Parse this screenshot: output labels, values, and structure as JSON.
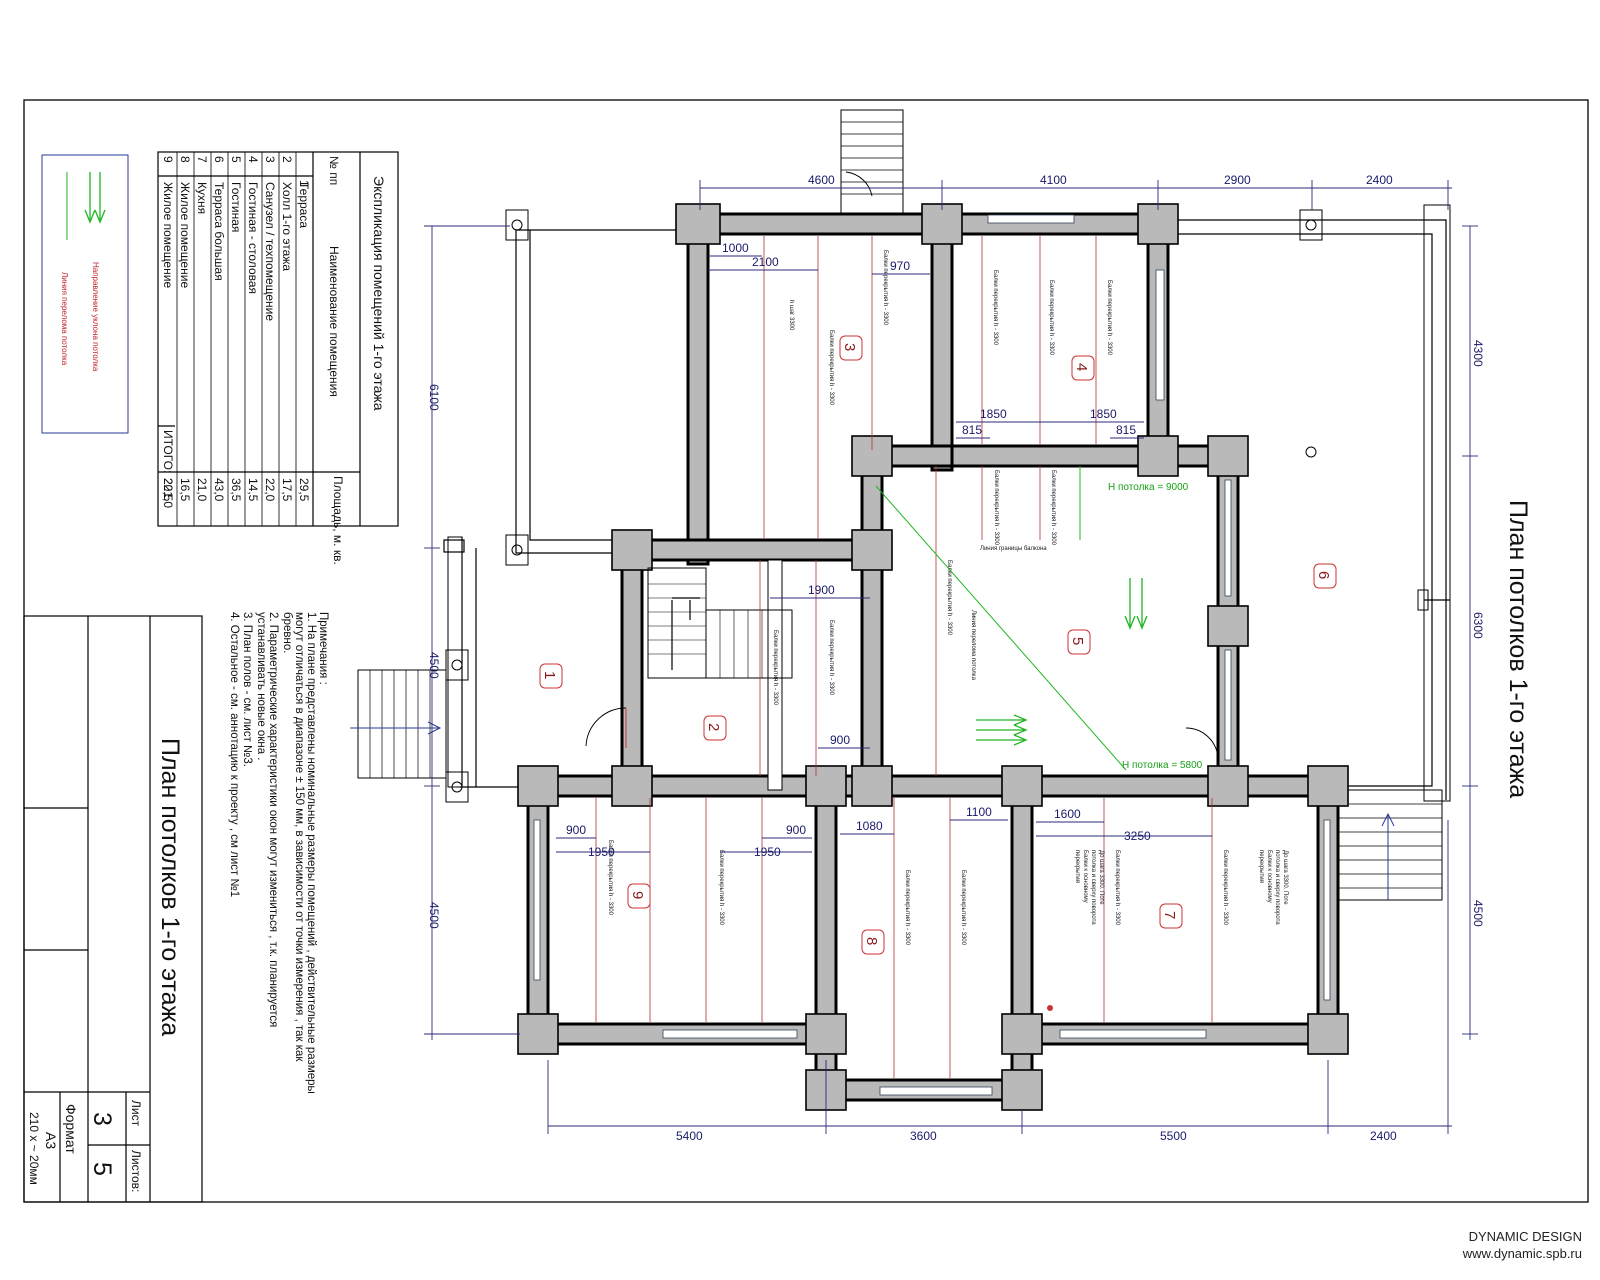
{
  "plan_title": "План потолков 1-го этажа",
  "stamp_title": "План потолков 1-го этажа",
  "explication": {
    "title": "Экспликация помещений 1-го этажа",
    "col_no": "№ пп",
    "col_name": "Наименование помещения",
    "col_area": "Площадь, м. кв.",
    "rows": [
      {
        "no": "1",
        "name": "Терраса",
        "area": "29,5"
      },
      {
        "no": "2",
        "name": "Холл 1-го этажа",
        "area": "17,5"
      },
      {
        "no": "3",
        "name": "Санузел / техпомещение",
        "area": "22,0"
      },
      {
        "no": "4",
        "name": "Гостиная - столовая",
        "area": "14,5"
      },
      {
        "no": "5",
        "name": "Гостиная",
        "area": "36,5"
      },
      {
        "no": "6",
        "name": "Терраса большая",
        "area": "43,0"
      },
      {
        "no": "7",
        "name": "Кухня",
        "area": "21,0"
      },
      {
        "no": "8",
        "name": "Жилое помещение",
        "area": "16,5"
      },
      {
        "no": "9",
        "name": "Жилое помещение",
        "area": "20,5"
      }
    ],
    "total_label": "ИТОГО:",
    "total": "221,0"
  },
  "legend": {
    "line1": "Направление уклона потолка",
    "line2": "Линия перелома потолка"
  },
  "notes": {
    "title": "Примечания :",
    "items": [
      "1. На плане представлены номинальные размеры помещений , действительные размеры",
      "могут отличаться в диапазоне ± 150 мм, в зависимости от точки измерения , так как",
      "бревно.",
      "2. Параметрические характеристики окон могут измениться , т.к. планируется",
      "устанавливать новые окна .",
      "3. План полов - см. лист №3.",
      "4. Остальное - см. аннотацию к проекту , см лист №1"
    ]
  },
  "stamp": {
    "sheet_label": "Лист",
    "sheets_label": "Листов:",
    "sheet": "3",
    "sheets": "5",
    "format_label": "Формат",
    "format": "А3",
    "small": "210 х ~ 20мм"
  },
  "dimensions": {
    "top": [
      "4600",
      "4100",
      "2900",
      "2400"
    ],
    "bottom": [
      "5400",
      "3600",
      "5500",
      "2400"
    ],
    "left": [
      "6100",
      "4500",
      "4500"
    ],
    "right": [
      "4300",
      "6300",
      "4500"
    ],
    "inner": [
      "1000",
      "2100",
      "970",
      "1850",
      "1850",
      "815",
      "815",
      "1900",
      "900",
      "900",
      "1950",
      "900",
      "1950",
      "1080",
      "1100",
      "1600",
      "3250"
    ]
  },
  "ceiling_heights": {
    "h1": "Н потолка = 9000",
    "h2": "Н потолка = 5800"
  },
  "beam_label": "Балки перекрытия h - 3300",
  "beam_sub": "h шаг 3300",
  "kitchen_note": [
    "До шага 3300. Поте",
    "потолка и сверху поворота",
    "Балки к основному",
    "перекрытия"
  ],
  "balcony_label": "Линия границы балкона",
  "break_label": "Линия перелома потолка",
  "rooms": [
    "1",
    "2",
    "3",
    "4",
    "5",
    "6",
    "7",
    "8",
    "9"
  ],
  "brand": {
    "name": "DYNAMIC DESIGN",
    "url": "www.dynamic.spb.ru"
  }
}
